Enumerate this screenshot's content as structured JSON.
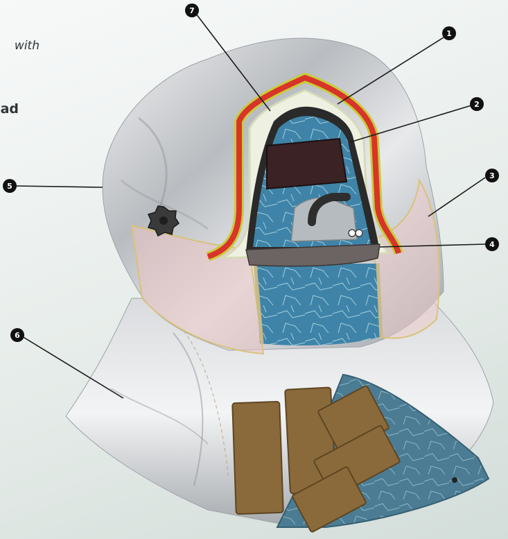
{
  "text_fragments": {
    "top_italic": "with",
    "bold_heading": "ad"
  },
  "callouts": [
    {
      "label": "1",
      "part": "outer-shell"
    },
    {
      "label": "2",
      "part": "inner-liner"
    },
    {
      "label": "3",
      "part": "face-shield"
    },
    {
      "label": "4",
      "part": "mouthpiece-frame"
    },
    {
      "label": "5",
      "part": "hood"
    },
    {
      "label": "6",
      "part": "neck-cape"
    },
    {
      "label": "7",
      "part": "head-pad"
    }
  ],
  "colors": {
    "background": "#e9eeec",
    "hood_fabric": "#c9cccf",
    "outer_red": "#d8342a",
    "inner_yellow": "#c8cc3a",
    "liner": "#eef0e2",
    "interior_blue": "#3f84a8",
    "strap_tan": "#8a6a3a",
    "leader_line": "#1a1a1a",
    "callout_fill": "#111111"
  }
}
